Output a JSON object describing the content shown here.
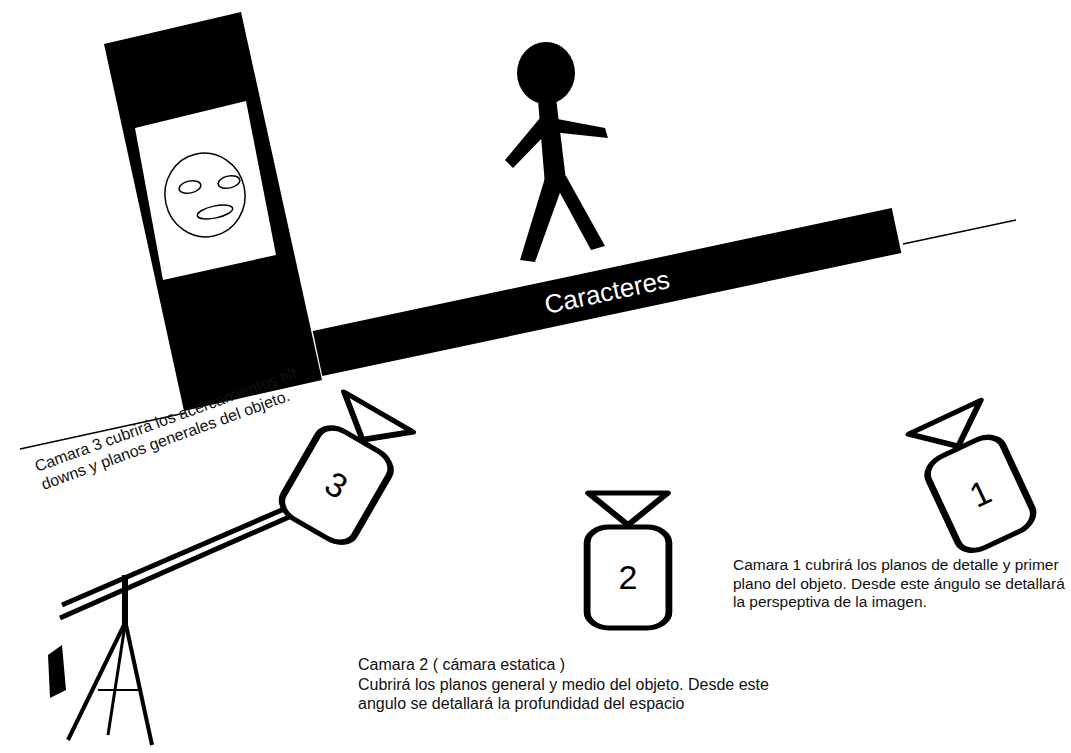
{
  "diagram": {
    "nodes": [
      {
        "text": [
          "Caracteres"
        ]
      },
      {
        "text": [
          "3"
        ]
      },
      {
        "text": [
          "2"
        ]
      },
      {
        "text": [
          "1"
        ]
      }
    ],
    "labels": [
      "Camara 3 cubrirá los acercamientos tilt downs y planos generales del objeto.",
      "Camara 2 ( cámara estatica )",
      "Cubrirá los planos general y medio del objeto. Desde este angulo se detallará la profundidad del espacio",
      "Camara 1 cubrirá los planos de detalle y primer plano del objeto. Desde este ángulo se detallará la perspeptiva de la imagen."
    ]
  }
}
